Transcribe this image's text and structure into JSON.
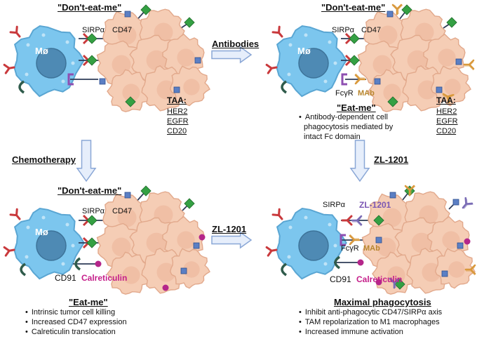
{
  "panels": {
    "top_left": {
      "header": "\"Don't-eat-me\"",
      "macrophage_label": "Mø",
      "receptor_label": "SIRPα",
      "ligand_label": "CD47",
      "taa": {
        "title": "TAA:",
        "items": [
          "HER2",
          "EGFR",
          "CD20"
        ]
      }
    },
    "top_right": {
      "header": "\"Don't-eat-me\"",
      "macrophage_label": "Mø",
      "receptor_label": "SIRPα",
      "ligand_label": "CD47",
      "fcr_label": "FcγR",
      "mab_label": "MAb",
      "eat_me_header": "\"Eat-me\"",
      "eat_me_bullet": [
        "Antibody-dependent cell",
        "phagocytosis mediated by",
        "intact Fc domain"
      ],
      "taa": {
        "title": "TAA:",
        "items": [
          "HER2",
          "EGFR",
          "CD20"
        ]
      }
    },
    "bottom_left": {
      "header": "\"Don't-eat-me\"",
      "macrophage_label": "Mø",
      "receptor_label": "SIRPα",
      "ligand_label": "CD47",
      "cd91_label": "CD91",
      "calreticulin_label": "Calreticulin",
      "eat_me_header": "\"Eat-me\"",
      "bullets": [
        "Intrinsic tumor cell killing",
        "Increased CD47 expression",
        "Calreticulin translocation"
      ]
    },
    "bottom_right": {
      "receptor_label": "SIRPα",
      "drug_label": "ZL-1201",
      "fcr_label": "FcγR",
      "mab_label": "MAb",
      "cd91_label": "CD91",
      "calreticulin_label": "Calreticulin",
      "header": "Maximal phagocytosis",
      "bullets": [
        "Inhibit anti-phagocytic CD47/SIRPα axis",
        "TAM repolarization to M1 macrophages",
        "Increased immune activation"
      ]
    }
  },
  "arrows": {
    "antibodies": "Antibodies",
    "chemotherapy": "Chemotherapy",
    "zl_horizontal": "ZL-1201",
    "zl_vertical": "ZL-1201"
  },
  "colors": {
    "macrophage": "#7cc6ee",
    "macrophage_edge": "#5aa6d3",
    "nucleus": "#4e8ab4",
    "tumor": "#f5cdb5",
    "tumor_edge": "#e2a98c",
    "receptor_red": "#c9393c",
    "cd47_green": "#34a043",
    "taa_blue": "#5b7fc4",
    "mab_orange": "#d9993c",
    "fcr_purple": "#8e4fb1",
    "cd91_teal": "#2f5b4b",
    "calreticulin_magenta": "#b4268a",
    "zl_purple": "#7a6cb5",
    "arrow_fill": "#e6eefb",
    "arrow_edge": "#8aa7d6"
  }
}
